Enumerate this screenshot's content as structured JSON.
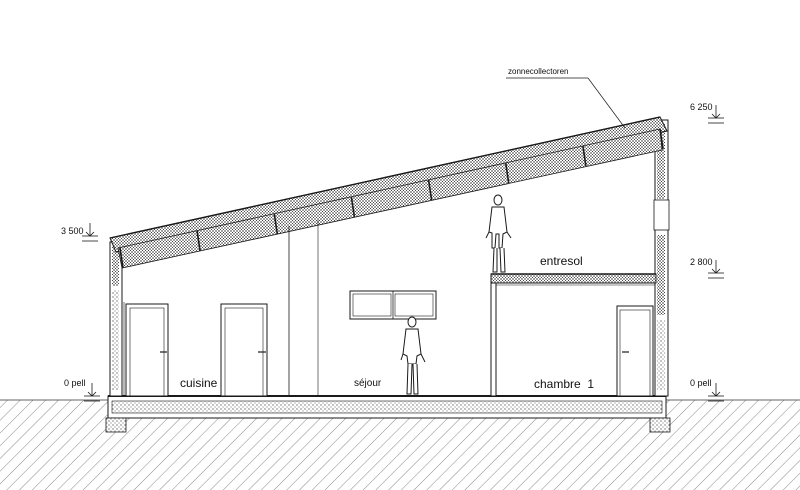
{
  "annotations": {
    "solar_collectors": "zonnecollectoren"
  },
  "levels": {
    "top": "6 250",
    "eave": "3 500",
    "mezzanine": "2 800",
    "ground_left": "0 pell",
    "ground_right": "0 pell"
  },
  "rooms": {
    "kitchen": "cuisine",
    "living": "séjour",
    "mezzanine": "entresol",
    "bedroom": "chambre  1"
  },
  "colors": {
    "line": "#1a1a1a",
    "hatch": "#555555",
    "fill_light": "#d9d9d9"
  }
}
